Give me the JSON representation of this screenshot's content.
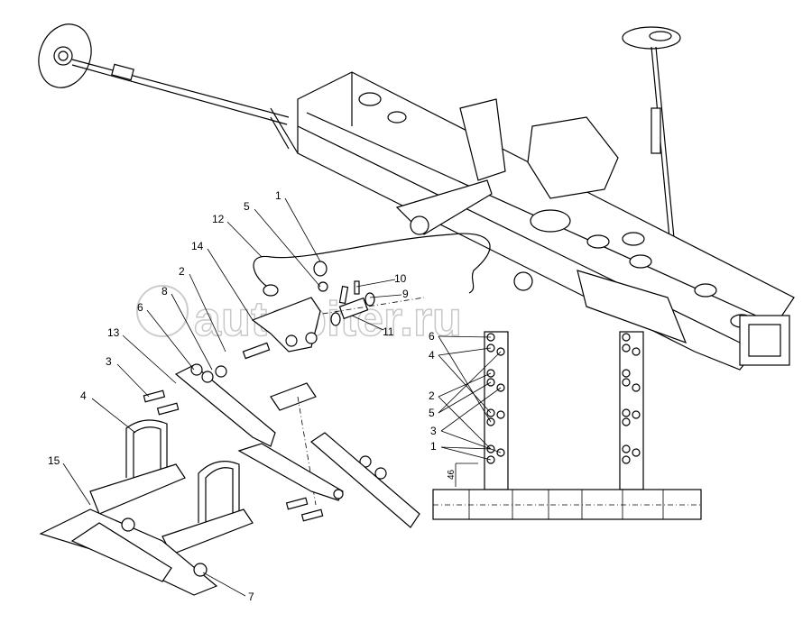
{
  "watermark": "autopiter.ru",
  "callouts": {
    "c1": "1",
    "c2": "2",
    "c3": "3",
    "c4": "4",
    "c5": "5",
    "c6": "6",
    "c7": "7",
    "c8": "8",
    "c9": "9",
    "c10": "10",
    "c11": "11",
    "c12": "12",
    "c13": "13",
    "c14": "14",
    "c15": "15"
  },
  "detail": {
    "labels": [
      "6",
      "4",
      "2",
      "5",
      "3",
      "1"
    ],
    "dimension": "46"
  }
}
